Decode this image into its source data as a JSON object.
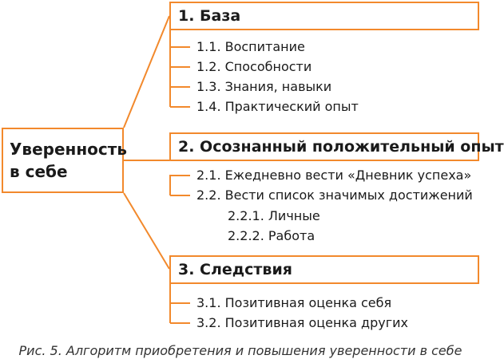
{
  "accent_color": "#f2892c",
  "center": {
    "line1": "Уверенность",
    "line2": "в себе"
  },
  "branches": [
    {
      "title": "1. База",
      "items": [
        "1.1. Воспитание",
        "1.2. Способности",
        "1.3. Знания, навыки",
        "1.4. Практический опыт"
      ]
    },
    {
      "title": "2. Осознанный положительный опыт",
      "items": [
        "2.1. Ежедневно вести «Дневник успеха»",
        "2.2. Вести список значимых достижений"
      ],
      "subitems": [
        "2.2.1. Личные",
        "2.2.2. Работа"
      ]
    },
    {
      "title": "3. Следствия",
      "items": [
        "3.1. Позитивная оценка себя",
        "3.2. Позитивная оценка других"
      ]
    }
  ],
  "caption": "Рис. 5. Алгоритм приобретения и повышения уверенности в себе"
}
